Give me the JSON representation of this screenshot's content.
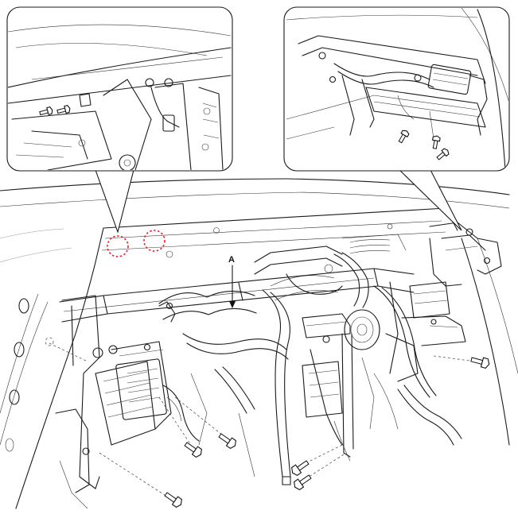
{
  "diagram": {
    "callout_label": "A",
    "highlight_color": "#e8202a",
    "line_color": "#1a1a1a",
    "bolts": [
      "bolt-left-lower-1",
      "bolt-left-lower-2",
      "bolt-left-lower-3",
      "bolt-center-1",
      "bolt-center-2",
      "bolt-right"
    ],
    "detail_views": [
      "detail-view-left",
      "detail-view-right"
    ],
    "markers": [
      "red-circle-marker-1",
      "red-circle-marker-2"
    ]
  }
}
